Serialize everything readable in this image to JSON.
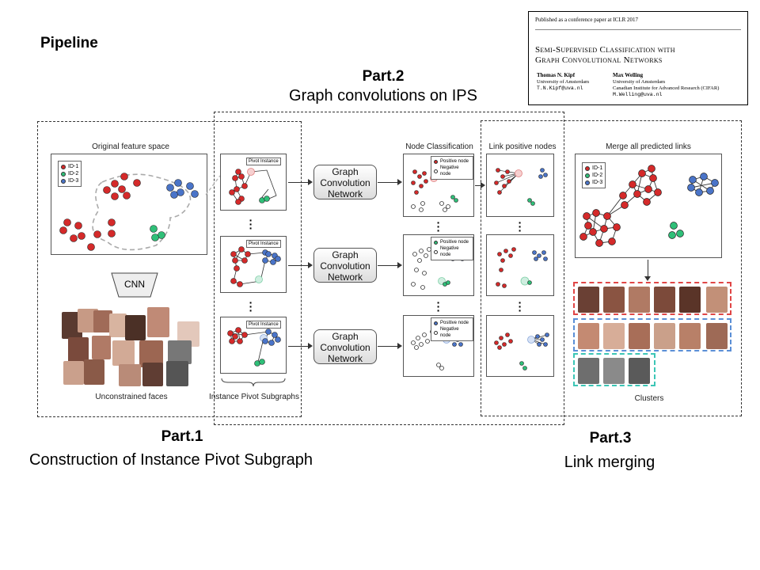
{
  "slide": {
    "title": "Pipeline"
  },
  "parts": [
    {
      "title": "Part.1",
      "subtitle": "Construction of Instance Pivot Subgraph"
    },
    {
      "title": "Part.2",
      "subtitle": "Graph convolutions on IPS"
    },
    {
      "title": "Part.3",
      "subtitle": "Link merging"
    }
  ],
  "paper": {
    "header": "Published as a conference paper at ICLR 2017",
    "title_line1": "Semi-Supervised Classification with",
    "title_line2": "Graph Convolutional Networks",
    "author1": {
      "name": "Thomas N. Kipf",
      "affiliation": "University of Amsterdam",
      "email": "T.N.Kipf@uva.nl"
    },
    "author2": {
      "name": "Max Welling",
      "affiliation1": "University of Amsterdam",
      "affiliation2": "Canadian Institute for Advanced Research (CIFAR)",
      "email": "M.Welling@uva.nl"
    }
  },
  "diagram": {
    "feature_space_caption": "Original feature space",
    "legend_ids": [
      "ID-1",
      "ID-2",
      "ID-3"
    ],
    "cnn_label": "CNN",
    "faces_caption": "Unconstrained faces",
    "ips_caption": "Instance Pivot Subgraphs",
    "pivot_label": "Pivot Instance",
    "gcn_lines": [
      "Graph",
      "Convolution",
      "Network"
    ],
    "node_class_caption": "Node Classification",
    "node_legend": [
      "Positive node",
      "Negative node"
    ],
    "link_caption": "Link positive nodes",
    "merge_caption": "Merge all predicted links",
    "clusters_caption": "Clusters"
  },
  "colors": {
    "id1": "#d42a2a",
    "id2": "#2fbf78",
    "id3": "#4a74c8",
    "cluster_red": "#e04646",
    "cluster_blue": "#5b8fd6",
    "cluster_teal": "#3cc6b6"
  }
}
